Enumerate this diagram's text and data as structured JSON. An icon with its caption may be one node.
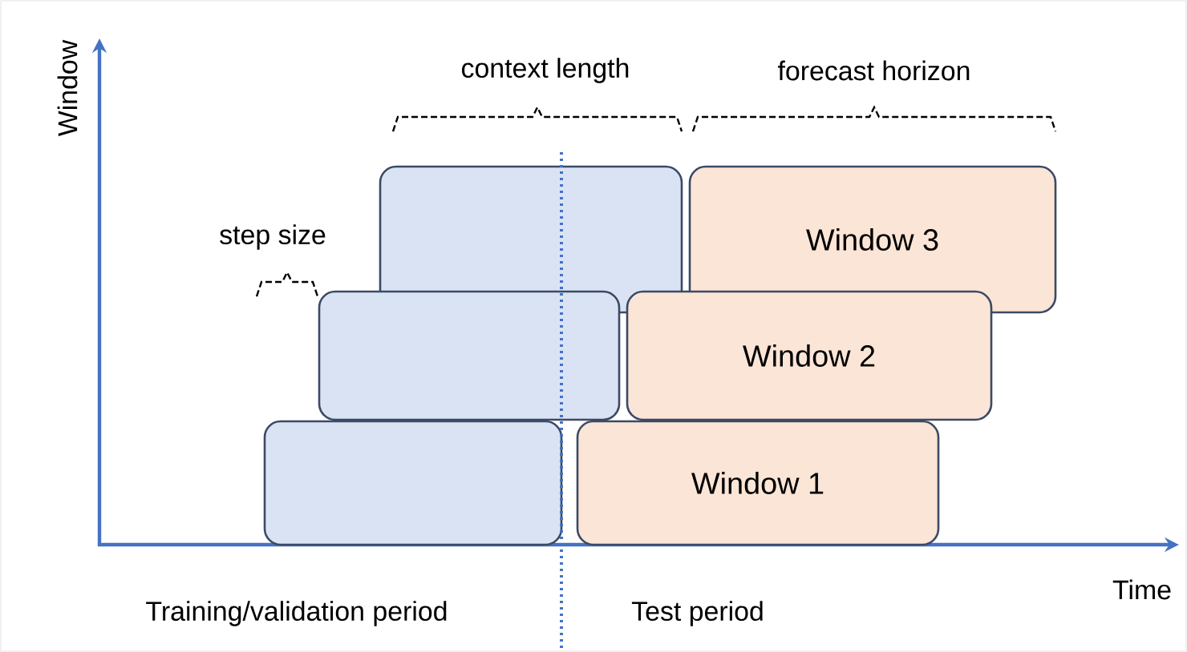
{
  "diagram": {
    "nodes": [
      {
        "text": [],
        "shape": "box"
      },
      {
        "text": [
          "Window 3"
        ]
      },
      {
        "text": [],
        "shape": "box"
      },
      {
        "text": [
          "Window 2"
        ]
      },
      {
        "text": [],
        "shape": "box"
      },
      {
        "text": [
          "Window 1"
        ]
      }
    ],
    "edges": [],
    "labels": [
      "Window",
      "context length",
      "forecast horizon",
      "step size",
      "Time",
      "Training/validation period",
      "Test period"
    ]
  }
}
